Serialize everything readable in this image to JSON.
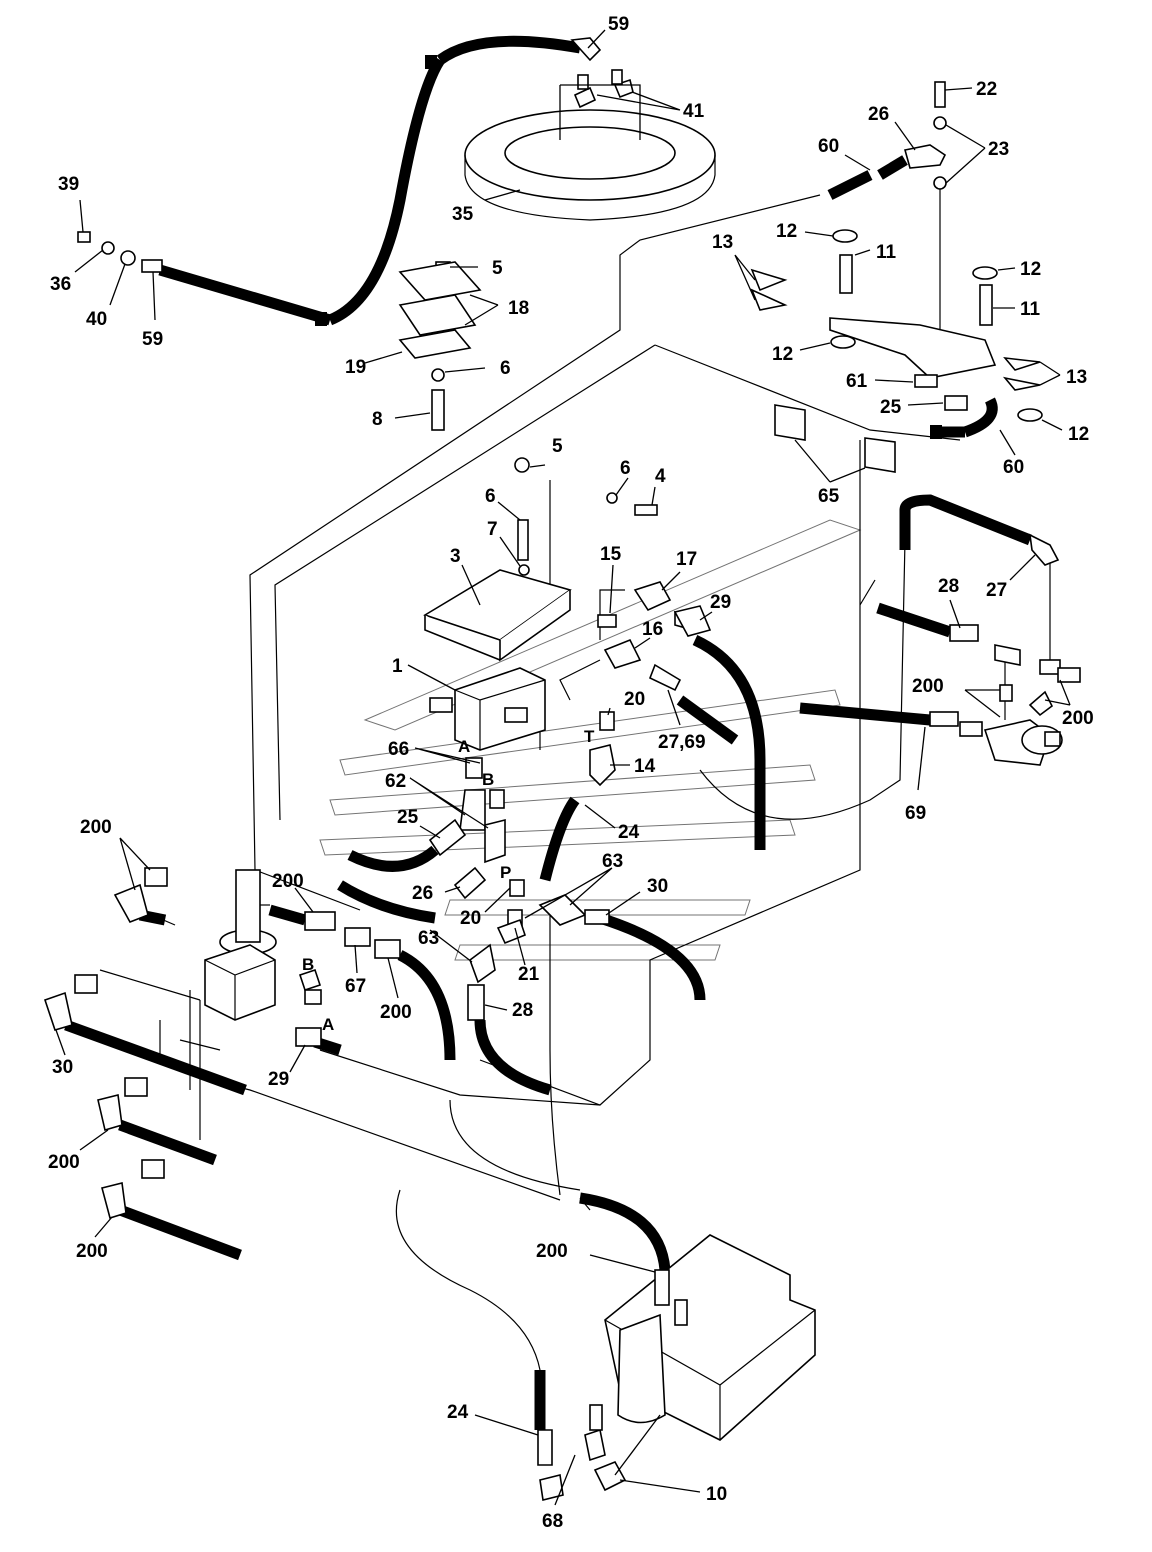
{
  "callouts": [
    {
      "id": "c59a",
      "text": "59"
    },
    {
      "id": "c41",
      "text": "41"
    },
    {
      "id": "c22",
      "text": "22"
    },
    {
      "id": "c26a",
      "text": "26"
    },
    {
      "id": "c23",
      "text": "23"
    },
    {
      "id": "c60a",
      "text": "60"
    },
    {
      "id": "c39",
      "text": "39"
    },
    {
      "id": "c35",
      "text": "35"
    },
    {
      "id": "c36",
      "text": "36"
    },
    {
      "id": "c40",
      "text": "40"
    },
    {
      "id": "c59b",
      "text": "59"
    },
    {
      "id": "c5a",
      "text": "5"
    },
    {
      "id": "c18",
      "text": "18"
    },
    {
      "id": "c19",
      "text": "19"
    },
    {
      "id": "c6a",
      "text": "6"
    },
    {
      "id": "c8",
      "text": "8"
    },
    {
      "id": "c13a",
      "text": "13"
    },
    {
      "id": "c12a",
      "text": "12"
    },
    {
      "id": "c11a",
      "text": "11"
    },
    {
      "id": "c12b",
      "text": "12"
    },
    {
      "id": "c11b",
      "text": "11"
    },
    {
      "id": "c12c",
      "text": "12"
    },
    {
      "id": "c61",
      "text": "61"
    },
    {
      "id": "c13b",
      "text": "13"
    },
    {
      "id": "c25a",
      "text": "25"
    },
    {
      "id": "c12d",
      "text": "12"
    },
    {
      "id": "c60b",
      "text": "60"
    },
    {
      "id": "c65",
      "text": "65"
    },
    {
      "id": "c5b",
      "text": "5"
    },
    {
      "id": "c6b",
      "text": "6"
    },
    {
      "id": "c4",
      "text": "4"
    },
    {
      "id": "c6c",
      "text": "6"
    },
    {
      "id": "c7",
      "text": "7"
    },
    {
      "id": "c3",
      "text": "3"
    },
    {
      "id": "c15",
      "text": "15"
    },
    {
      "id": "c17",
      "text": "17"
    },
    {
      "id": "c29a",
      "text": "29"
    },
    {
      "id": "c27a",
      "text": "27"
    },
    {
      "id": "c28a",
      "text": "28"
    },
    {
      "id": "c16",
      "text": "16"
    },
    {
      "id": "c1",
      "text": "1"
    },
    {
      "id": "c200a",
      "text": "200"
    },
    {
      "id": "c200b",
      "text": "200"
    },
    {
      "id": "c20a",
      "text": "20"
    },
    {
      "id": "c2769",
      "text": "27,69"
    },
    {
      "id": "c66",
      "text": "66"
    },
    {
      "id": "c14",
      "text": "14"
    },
    {
      "id": "c62",
      "text": "62"
    },
    {
      "id": "c69",
      "text": "69"
    },
    {
      "id": "c24a",
      "text": "24"
    },
    {
      "id": "c25b",
      "text": "25"
    },
    {
      "id": "c200c",
      "text": "200"
    },
    {
      "id": "c63a",
      "text": "63"
    },
    {
      "id": "c30a",
      "text": "30"
    },
    {
      "id": "c200d",
      "text": "200"
    },
    {
      "id": "c26b",
      "text": "26"
    },
    {
      "id": "c20b",
      "text": "20"
    },
    {
      "id": "c63b",
      "text": "63"
    },
    {
      "id": "c21",
      "text": "21"
    },
    {
      "id": "c67",
      "text": "67"
    },
    {
      "id": "c200e",
      "text": "200"
    },
    {
      "id": "c28b",
      "text": "28"
    },
    {
      "id": "c30b",
      "text": "30"
    },
    {
      "id": "c29b",
      "text": "29"
    },
    {
      "id": "c200f",
      "text": "200"
    },
    {
      "id": "c200g",
      "text": "200"
    },
    {
      "id": "c200h",
      "text": "200"
    },
    {
      "id": "c24b",
      "text": "24"
    },
    {
      "id": "c10",
      "text": "10"
    },
    {
      "id": "c68",
      "text": "68"
    }
  ],
  "port_labels": [
    {
      "id": "pA1",
      "text": "A"
    },
    {
      "id": "pB1",
      "text": "B"
    },
    {
      "id": "pT",
      "text": "T"
    },
    {
      "id": "pP",
      "text": "P"
    },
    {
      "id": "pB2",
      "text": "B"
    },
    {
      "id": "pA2",
      "text": "A"
    }
  ]
}
